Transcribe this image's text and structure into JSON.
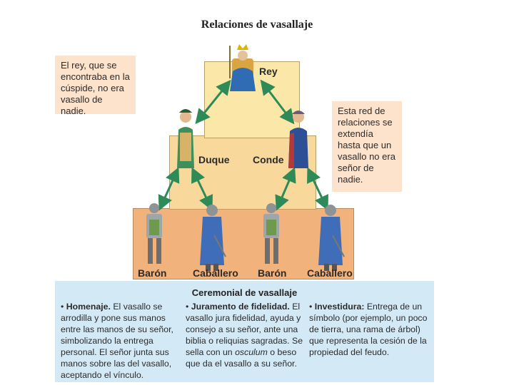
{
  "title": "Relaciones de vasallaje",
  "pyramid": {
    "rey": "Rey",
    "duque": "Duque",
    "conde": "Conde",
    "baron1": "Barón",
    "caballero1": "Caballero",
    "baron2": "Barón",
    "caballero2": "Caballero"
  },
  "notes": {
    "left": "El rey, que se encontraba en la cúspide, no era vasallo de nadie.",
    "right": "Esta red de relaciones se extendía hasta que un vasallo no era señor de nadie."
  },
  "ceremonial": {
    "title": "Ceremonial de vasallaje",
    "homenaje_head": "Homenaje.",
    "homenaje_text": "El vasallo se arrodilla y pone sus manos entre las manos de su señor, simbolizando la entrega personal. El señor junta sus manos sobre las del vasallo, aceptando el vínculo.",
    "juramento_head": "Juramento de fidelidad.",
    "juramento_text_a": "El vasallo jura fidelidad, ayuda y consejo a su señor, ante una biblia o reliquias sagradas. Se sella con un",
    "juramento_italic": "osculum",
    "juramento_text_b": "o beso que da el vasallo a su señor.",
    "investidura_head": "Investidura:",
    "investidura_text": "Entrega de un símbolo (por ejemplo, un poco de tierra, una rama de árbol) que representa la cesión de la propiedad del feudo."
  },
  "colors": {
    "arrow": "#2e8b57",
    "tier_top": "#fbe7a8",
    "tier_mid": "#f9d99b",
    "tier_low": "#f2b27c",
    "note_bg": "#fde3cc",
    "ceremonial_bg": "#d3e9f6"
  },
  "icons": [
    "king-figure",
    "duke-figure",
    "count-figure",
    "baron-figure",
    "knight-figure"
  ]
}
